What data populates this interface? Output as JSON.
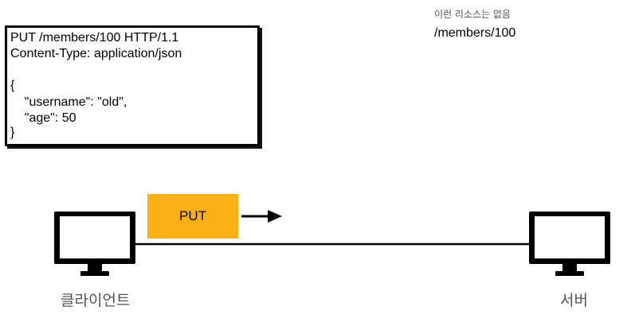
{
  "request": {
    "lines": [
      "PUT /members/100 HTTP/1.1",
      "Content-Type: application/json",
      "",
      "{",
      "    \"username\": \"old\",",
      "    \"age\": 50",
      "}"
    ]
  },
  "server_note": {
    "text": "이런 리소스는 없음",
    "path": "/members/100"
  },
  "method_label": "PUT",
  "client_label": "클라이언트",
  "server_label": "서버",
  "icons": {
    "client": "monitor-icon",
    "server": "monitor-icon"
  }
}
